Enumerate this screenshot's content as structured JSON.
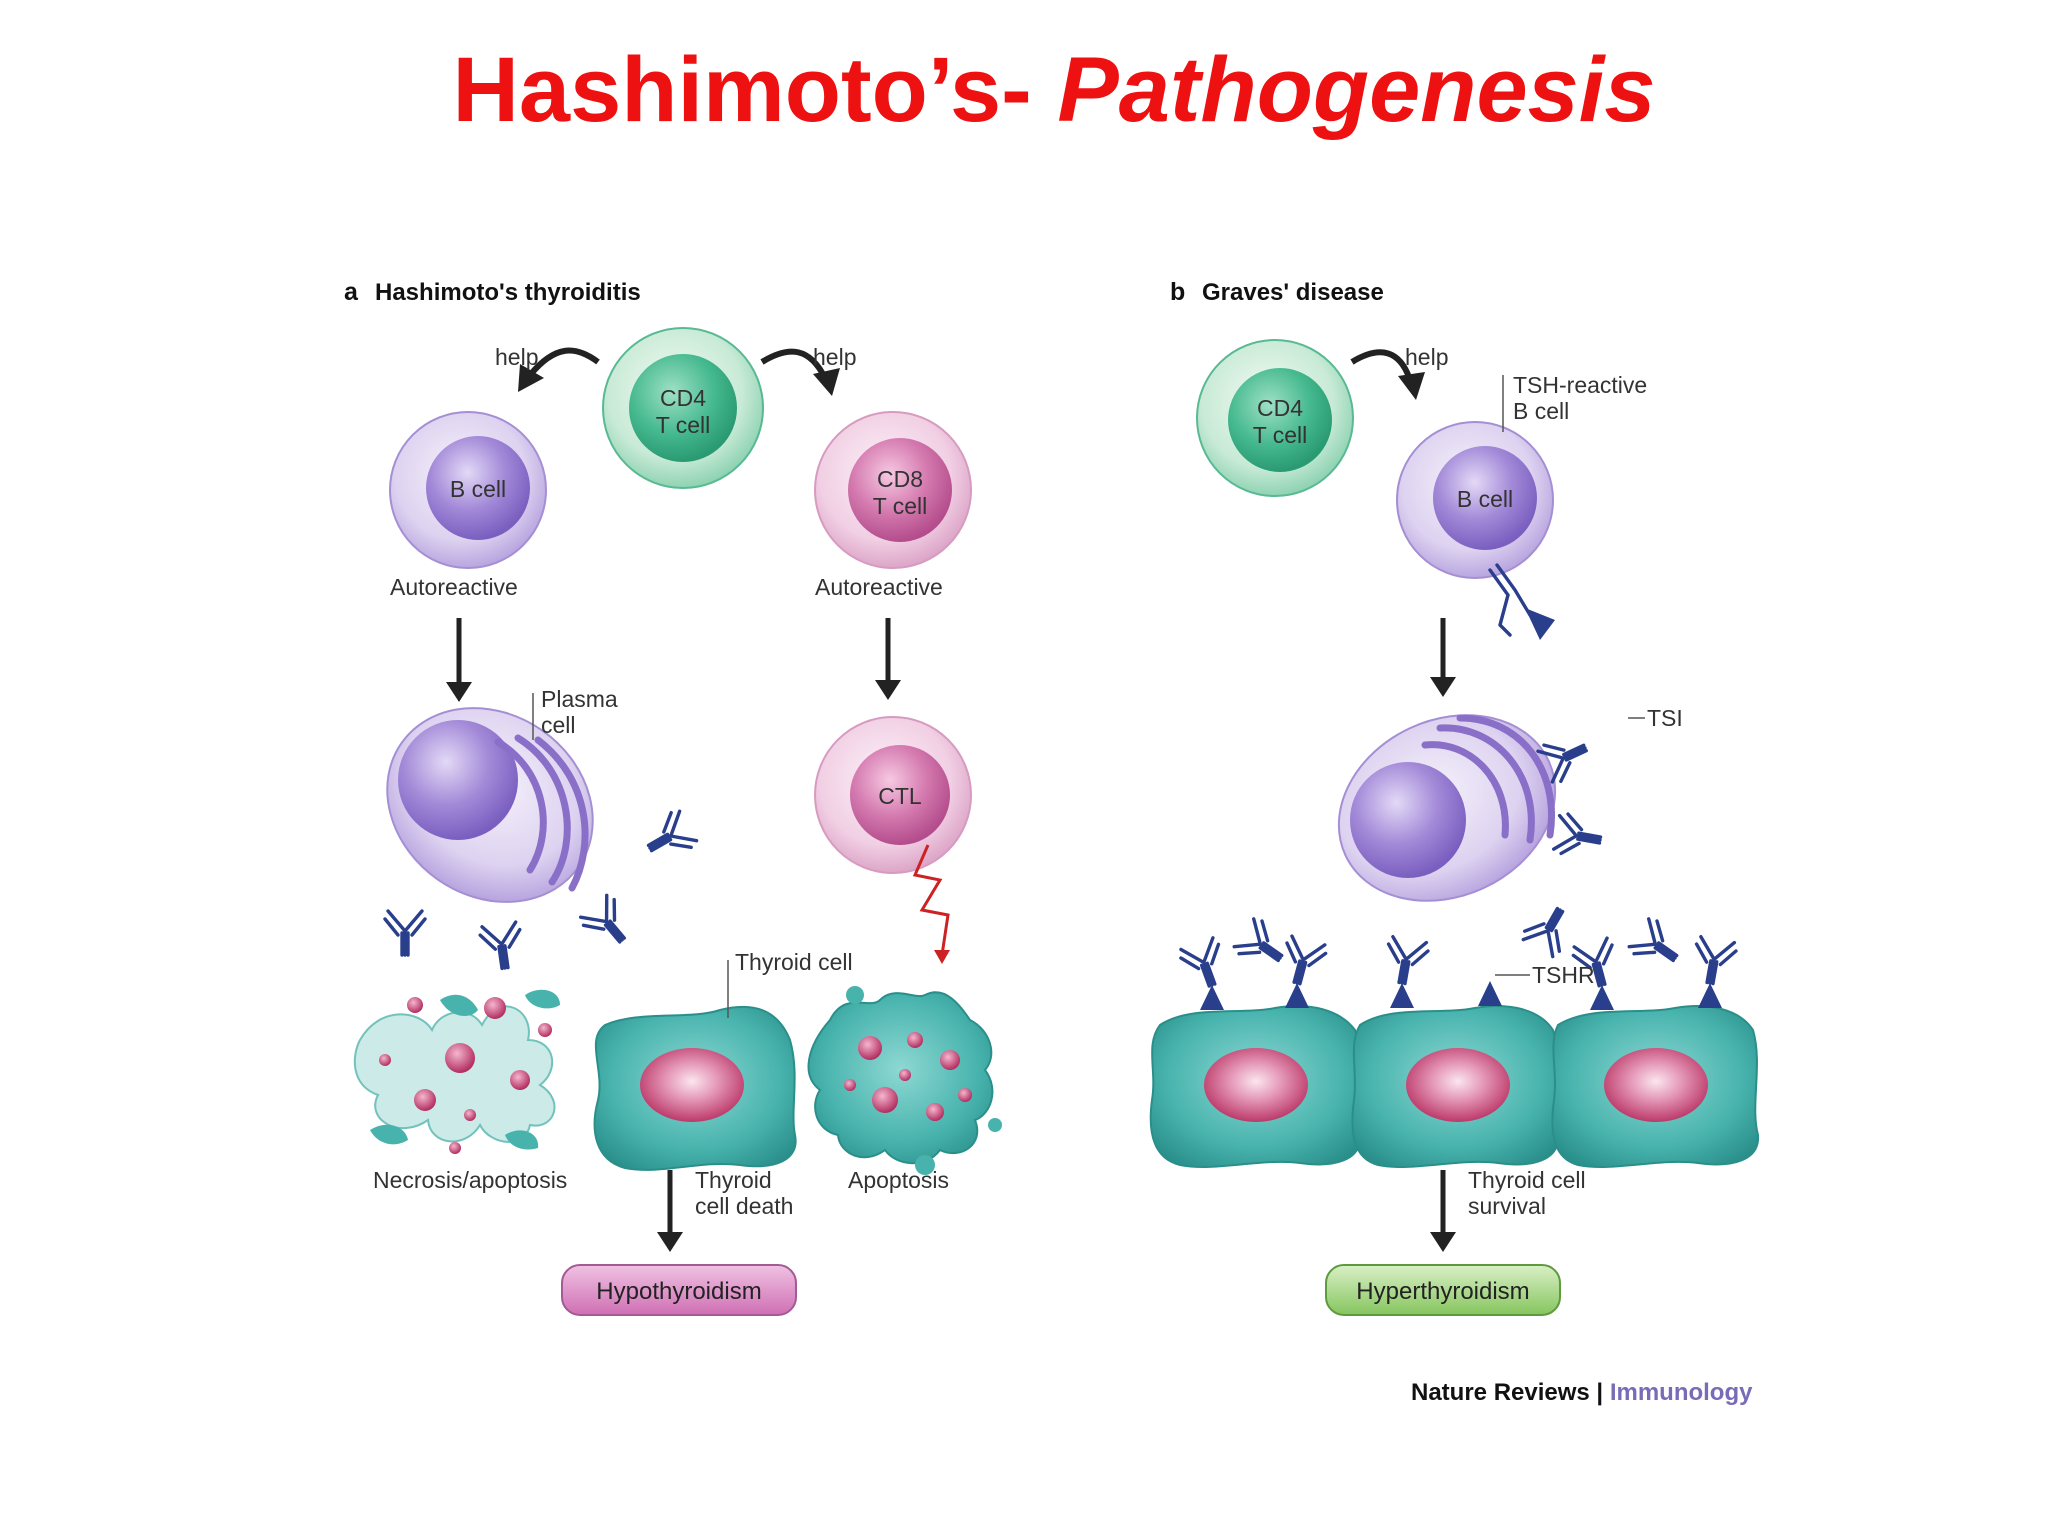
{
  "slide": {
    "title_main": "Hashimoto’s- ",
    "title_italic": "Pathogenesis"
  },
  "panel_a": {
    "letter": "a",
    "title": "Hashimoto's thyroiditis",
    "help_left": "help",
    "help_right": "help",
    "cd4_line1": "CD4",
    "cd4_line2": "T cell",
    "bcell": "B cell",
    "cd8_line1": "CD8",
    "cd8_line2": "T cell",
    "autoreactive_left": "Autoreactive",
    "autoreactive_right": "Autoreactive",
    "plasma_line1": "Plasma",
    "plasma_line2": "cell",
    "ctl": "CTL",
    "thyroid_cell": "Thyroid cell",
    "necrosis": "Necrosis/apoptosis",
    "death_line1": "Thyroid",
    "death_line2": "cell death",
    "apoptosis": "Apoptosis",
    "outcome": "Hypothyroidism"
  },
  "panel_b": {
    "letter": "b",
    "title": "Graves' disease",
    "help": "help",
    "cd4_line1": "CD4",
    "cd4_line2": "T cell",
    "tsh_line1": "TSH-reactive",
    "tsh_line2": "B cell",
    "bcell": "B cell",
    "tsi": "TSI",
    "tshr": "TSHR",
    "survival_line1": "Thyroid cell",
    "survival_line2": "survival",
    "outcome": "Hyperthyroidism"
  },
  "credit": {
    "journal": "Nature Reviews",
    "separator": " | ",
    "section": "Immunology"
  },
  "colors": {
    "title": "#ee1111",
    "cd4": "#3fb48a",
    "bcell": "#8f74c9",
    "cd8": "#cc5a9c",
    "thyroid": "#3aa9a6",
    "nucleus": "#c43a6b",
    "antibody": "#2a3f8c",
    "hypo_pill": "#d77fbf",
    "hyper_pill": "#8fcb6a",
    "lightning": "#cc2222"
  }
}
